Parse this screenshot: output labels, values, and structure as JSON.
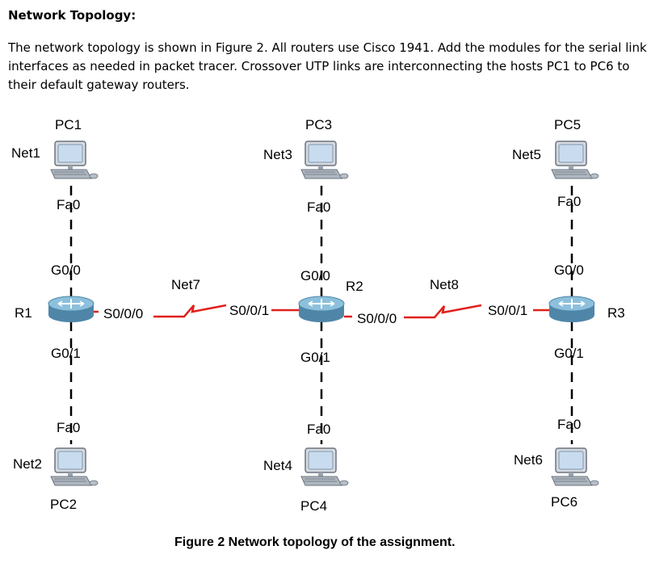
{
  "header": {
    "title": "Network Topology:",
    "description": "The network topology is shown in Figure 2. All routers use Cisco 1941. Add the modules for the serial link interfaces as needed in packet tracer. Crossover UTP links are interconnecting the hosts PC1 to PC6 to their default gateway routers."
  },
  "colors": {
    "serial_link": "#e0201b",
    "ethernet_link": "#000000",
    "router_body": "#6fa8c8",
    "monitor_screen": "#c9dcef"
  },
  "routers": [
    {
      "name": "R1",
      "left_label": "R1",
      "iface_top": "G0/0",
      "iface_bottom": "G0/1",
      "iface_serial": "S0/0/0"
    },
    {
      "name": "R2",
      "label": "R2",
      "iface_top": "G0/0",
      "iface_bottom": "G0/1",
      "iface_serial_left": "S0/0/1",
      "iface_serial_right": "S0/0/0"
    },
    {
      "name": "R3",
      "right_label": "R3",
      "iface_top": "G0/0",
      "iface_bottom": "G0/1",
      "iface_serial": "S0/0/1"
    }
  ],
  "hosts": [
    {
      "name": "PC1",
      "net": "Net1",
      "iface": "Fa0"
    },
    {
      "name": "PC2",
      "net": "Net2",
      "iface": "Fa0"
    },
    {
      "name": "PC3",
      "net": "Net3",
      "iface": "Fa0"
    },
    {
      "name": "PC4",
      "net": "Net4",
      "iface": "Fa0"
    },
    {
      "name": "PC5",
      "net": "Net5",
      "iface": "Fa0"
    },
    {
      "name": "PC6",
      "net": "Net6",
      "iface": "Fa0"
    }
  ],
  "serial_links": [
    {
      "net": "Net7"
    },
    {
      "net": "Net8"
    }
  ],
  "caption": "Figure 2 Network topology of the assignment."
}
